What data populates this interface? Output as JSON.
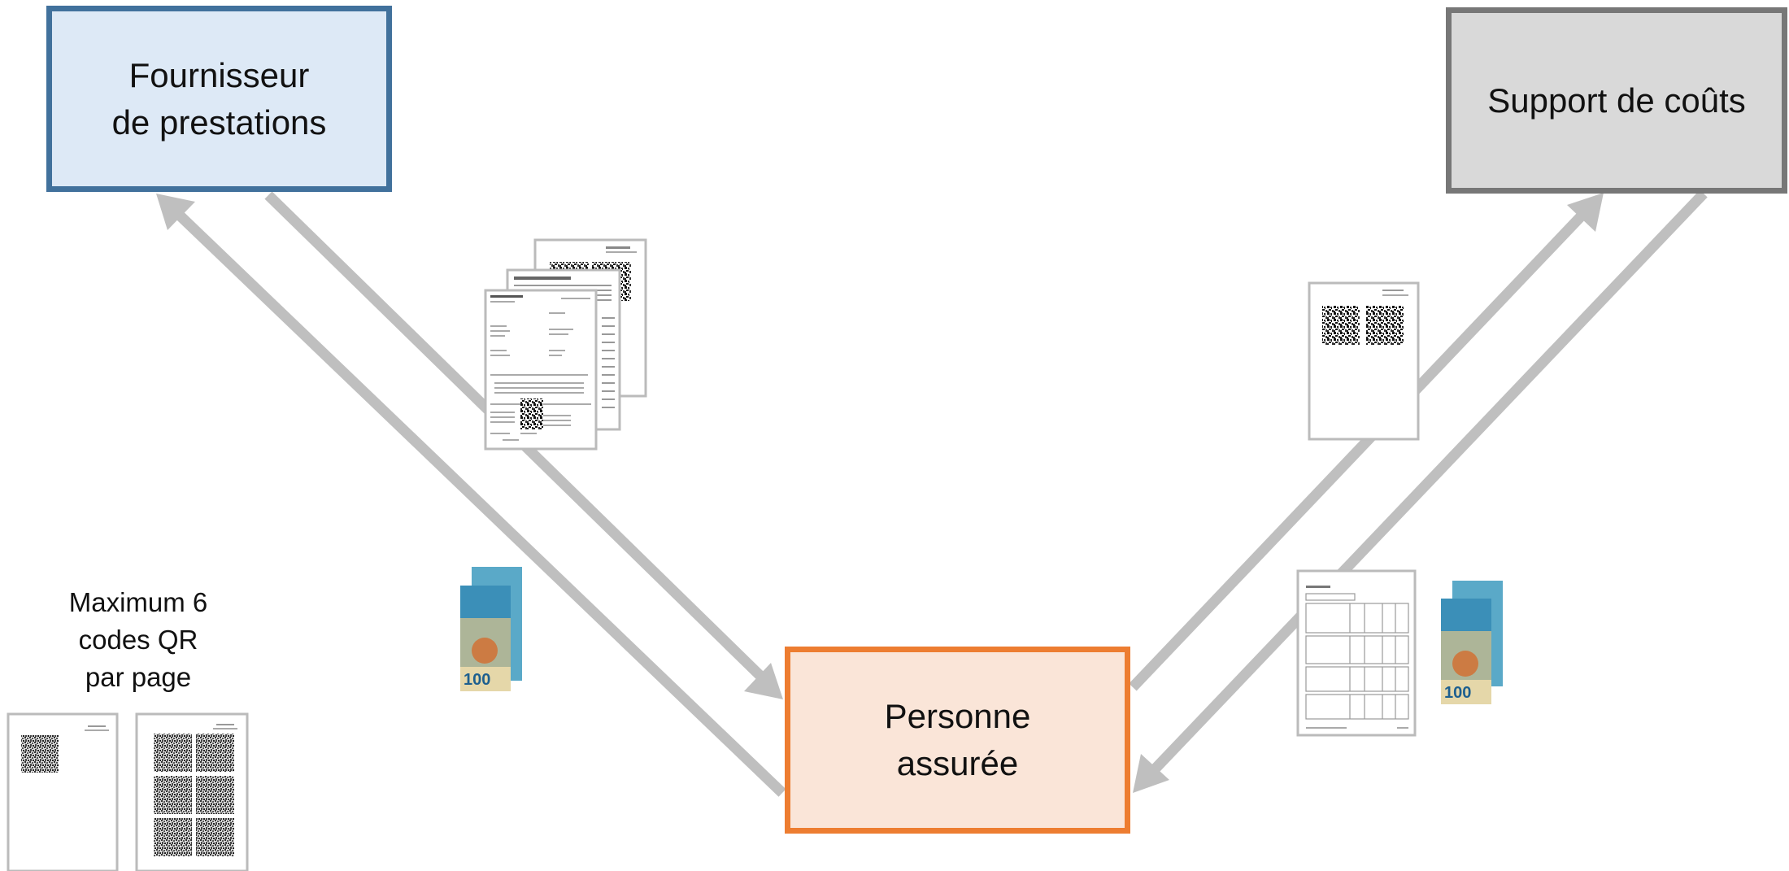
{
  "nodes": {
    "provider": {
      "label": "Fournisseur de prestations"
    },
    "insured": {
      "label": "Personne assurée"
    },
    "payer": {
      "label": "Support de coûts"
    }
  },
  "note": {
    "text": "Maximum 6 codes QR par page"
  },
  "sample_pages": [
    {
      "qr_count": 1
    },
    {
      "qr_count": 6
    }
  ],
  "colors": {
    "provider_fill": "#dde9f6",
    "provider_border": "#41719c",
    "insured_fill": "#fae5d8",
    "insured_border": "#ed7d31",
    "payer_fill": "#d9d9d9",
    "payer_border": "#777777",
    "arrow": "#bfbfbf"
  },
  "icons": {
    "invoice_stack": "invoice-stack-icon",
    "qr_page": "qr-page-icon",
    "banknote": "banknote-icon",
    "table_document": "table-document-icon"
  }
}
